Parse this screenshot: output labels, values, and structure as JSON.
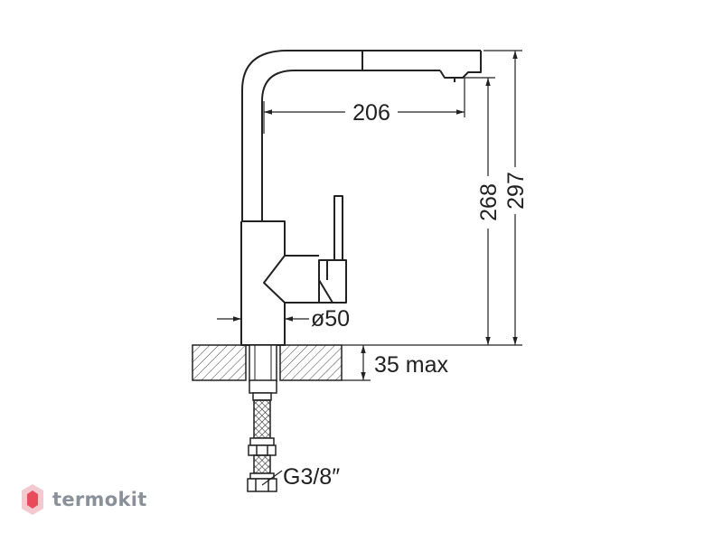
{
  "dimensions": {
    "spout_reach": "206",
    "spout_height": "268",
    "total_height": "297",
    "body_diameter": "ø50",
    "max_counter_thickness": "35 max",
    "connection_thread": "G3/8″"
  },
  "watermark": {
    "text": "termokit",
    "color": "#8a9099",
    "logo_color": "#e84c5a"
  },
  "colors": {
    "line": "#222222",
    "hatch": "#444444"
  }
}
